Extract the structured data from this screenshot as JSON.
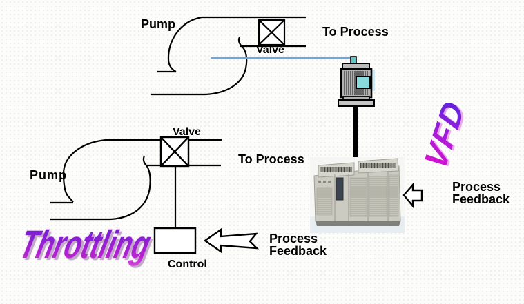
{
  "slide": {
    "background_base_color": "#fcfcfb",
    "background_dot_color": "#ebebe7"
  },
  "vfd_system": {
    "pump_label": "Pump",
    "valve_label": "Valve",
    "to_process_label": "To Process",
    "feedback_label_line1": "Process",
    "feedback_label_line2": "Feedback",
    "wordart_title": "VFD"
  },
  "throttling_system": {
    "pump_label": "Pump",
    "valve_label": "Valve",
    "to_process_label": "To Process",
    "control_label": "Control",
    "feedback_label_line1": "Process",
    "feedback_label_line2": "Feedback",
    "wordart_title": "Throttling"
  },
  "colors": {
    "line_black": "#000000",
    "pipe_blue": "#6fa8dc",
    "motor_teal": "#7fd8d8",
    "motor_gray": "#b2b2b2",
    "cabinet_beige": "#cbcbc1",
    "wordart_violet": "#6c1bd2",
    "wordart_magenta": "#d44fd8"
  }
}
